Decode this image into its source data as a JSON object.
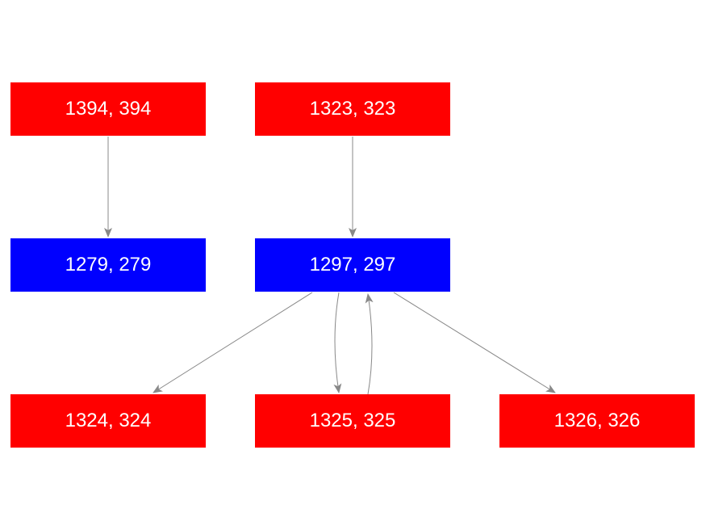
{
  "colors": {
    "red": "#ff0000",
    "blue": "#0000ff",
    "edge": "#888888",
    "text": "#ffffff"
  },
  "nodes": [
    {
      "id": "n1394",
      "label": "1394, 394",
      "color": "red"
    },
    {
      "id": "n1323",
      "label": "1323, 323",
      "color": "red"
    },
    {
      "id": "n1279",
      "label": "1279, 279",
      "color": "blue"
    },
    {
      "id": "n1297",
      "label": "1297, 297",
      "color": "blue"
    },
    {
      "id": "n1324",
      "label": "1324, 324",
      "color": "red"
    },
    {
      "id": "n1325",
      "label": "1325, 325",
      "color": "red"
    },
    {
      "id": "n1326",
      "label": "1326, 326",
      "color": "red"
    }
  ],
  "edges": [
    {
      "from": "n1394",
      "to": "n1279"
    },
    {
      "from": "n1323",
      "to": "n1297"
    },
    {
      "from": "n1297",
      "to": "n1324"
    },
    {
      "from": "n1297",
      "to": "n1325"
    },
    {
      "from": "n1325",
      "to": "n1297"
    },
    {
      "from": "n1297",
      "to": "n1326"
    }
  ]
}
